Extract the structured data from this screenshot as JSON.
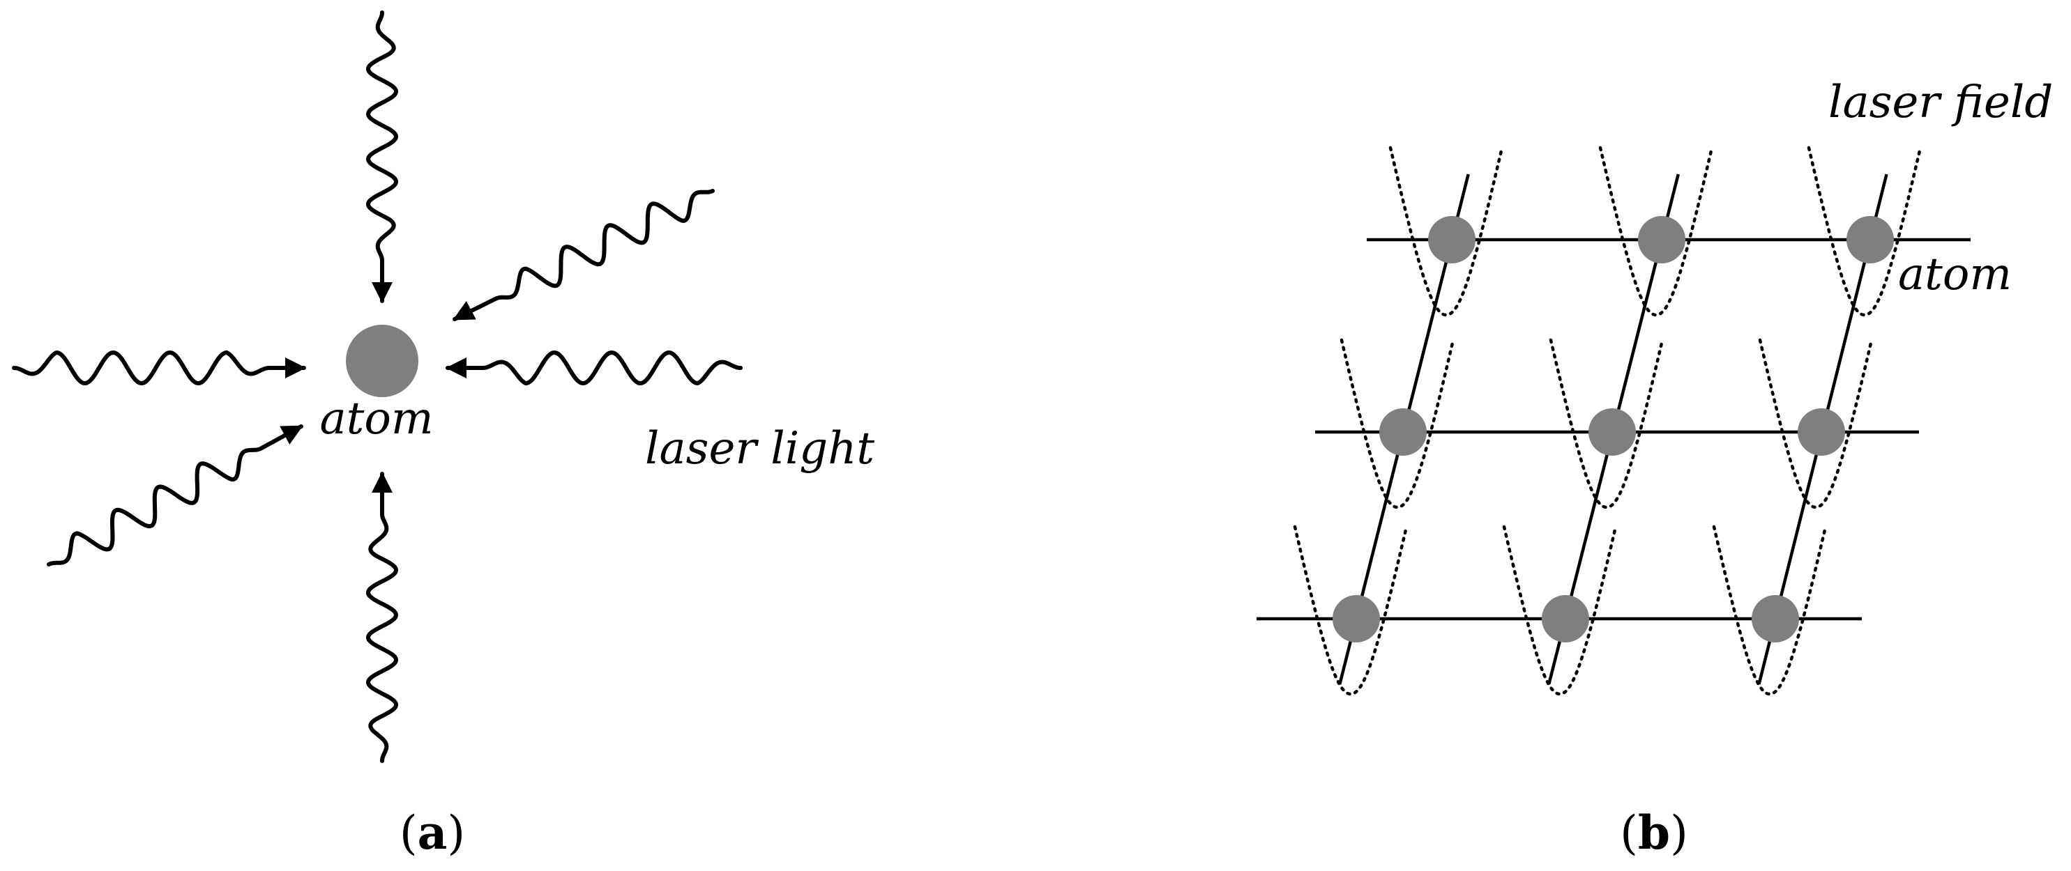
{
  "panel_a": {
    "atom_label": "atom",
    "light_label": "laser light",
    "caption_open": "(",
    "caption_letter": "a",
    "caption_close": ")",
    "atom_color": "#7f7f7f"
  },
  "panel_b": {
    "field_label": "laser field",
    "atom_label": "atom",
    "caption_open": "(",
    "caption_letter": "b",
    "caption_close": ")",
    "atom_color": "#7f7f7f",
    "lattice_rows": 3,
    "lattice_columns": 3
  }
}
